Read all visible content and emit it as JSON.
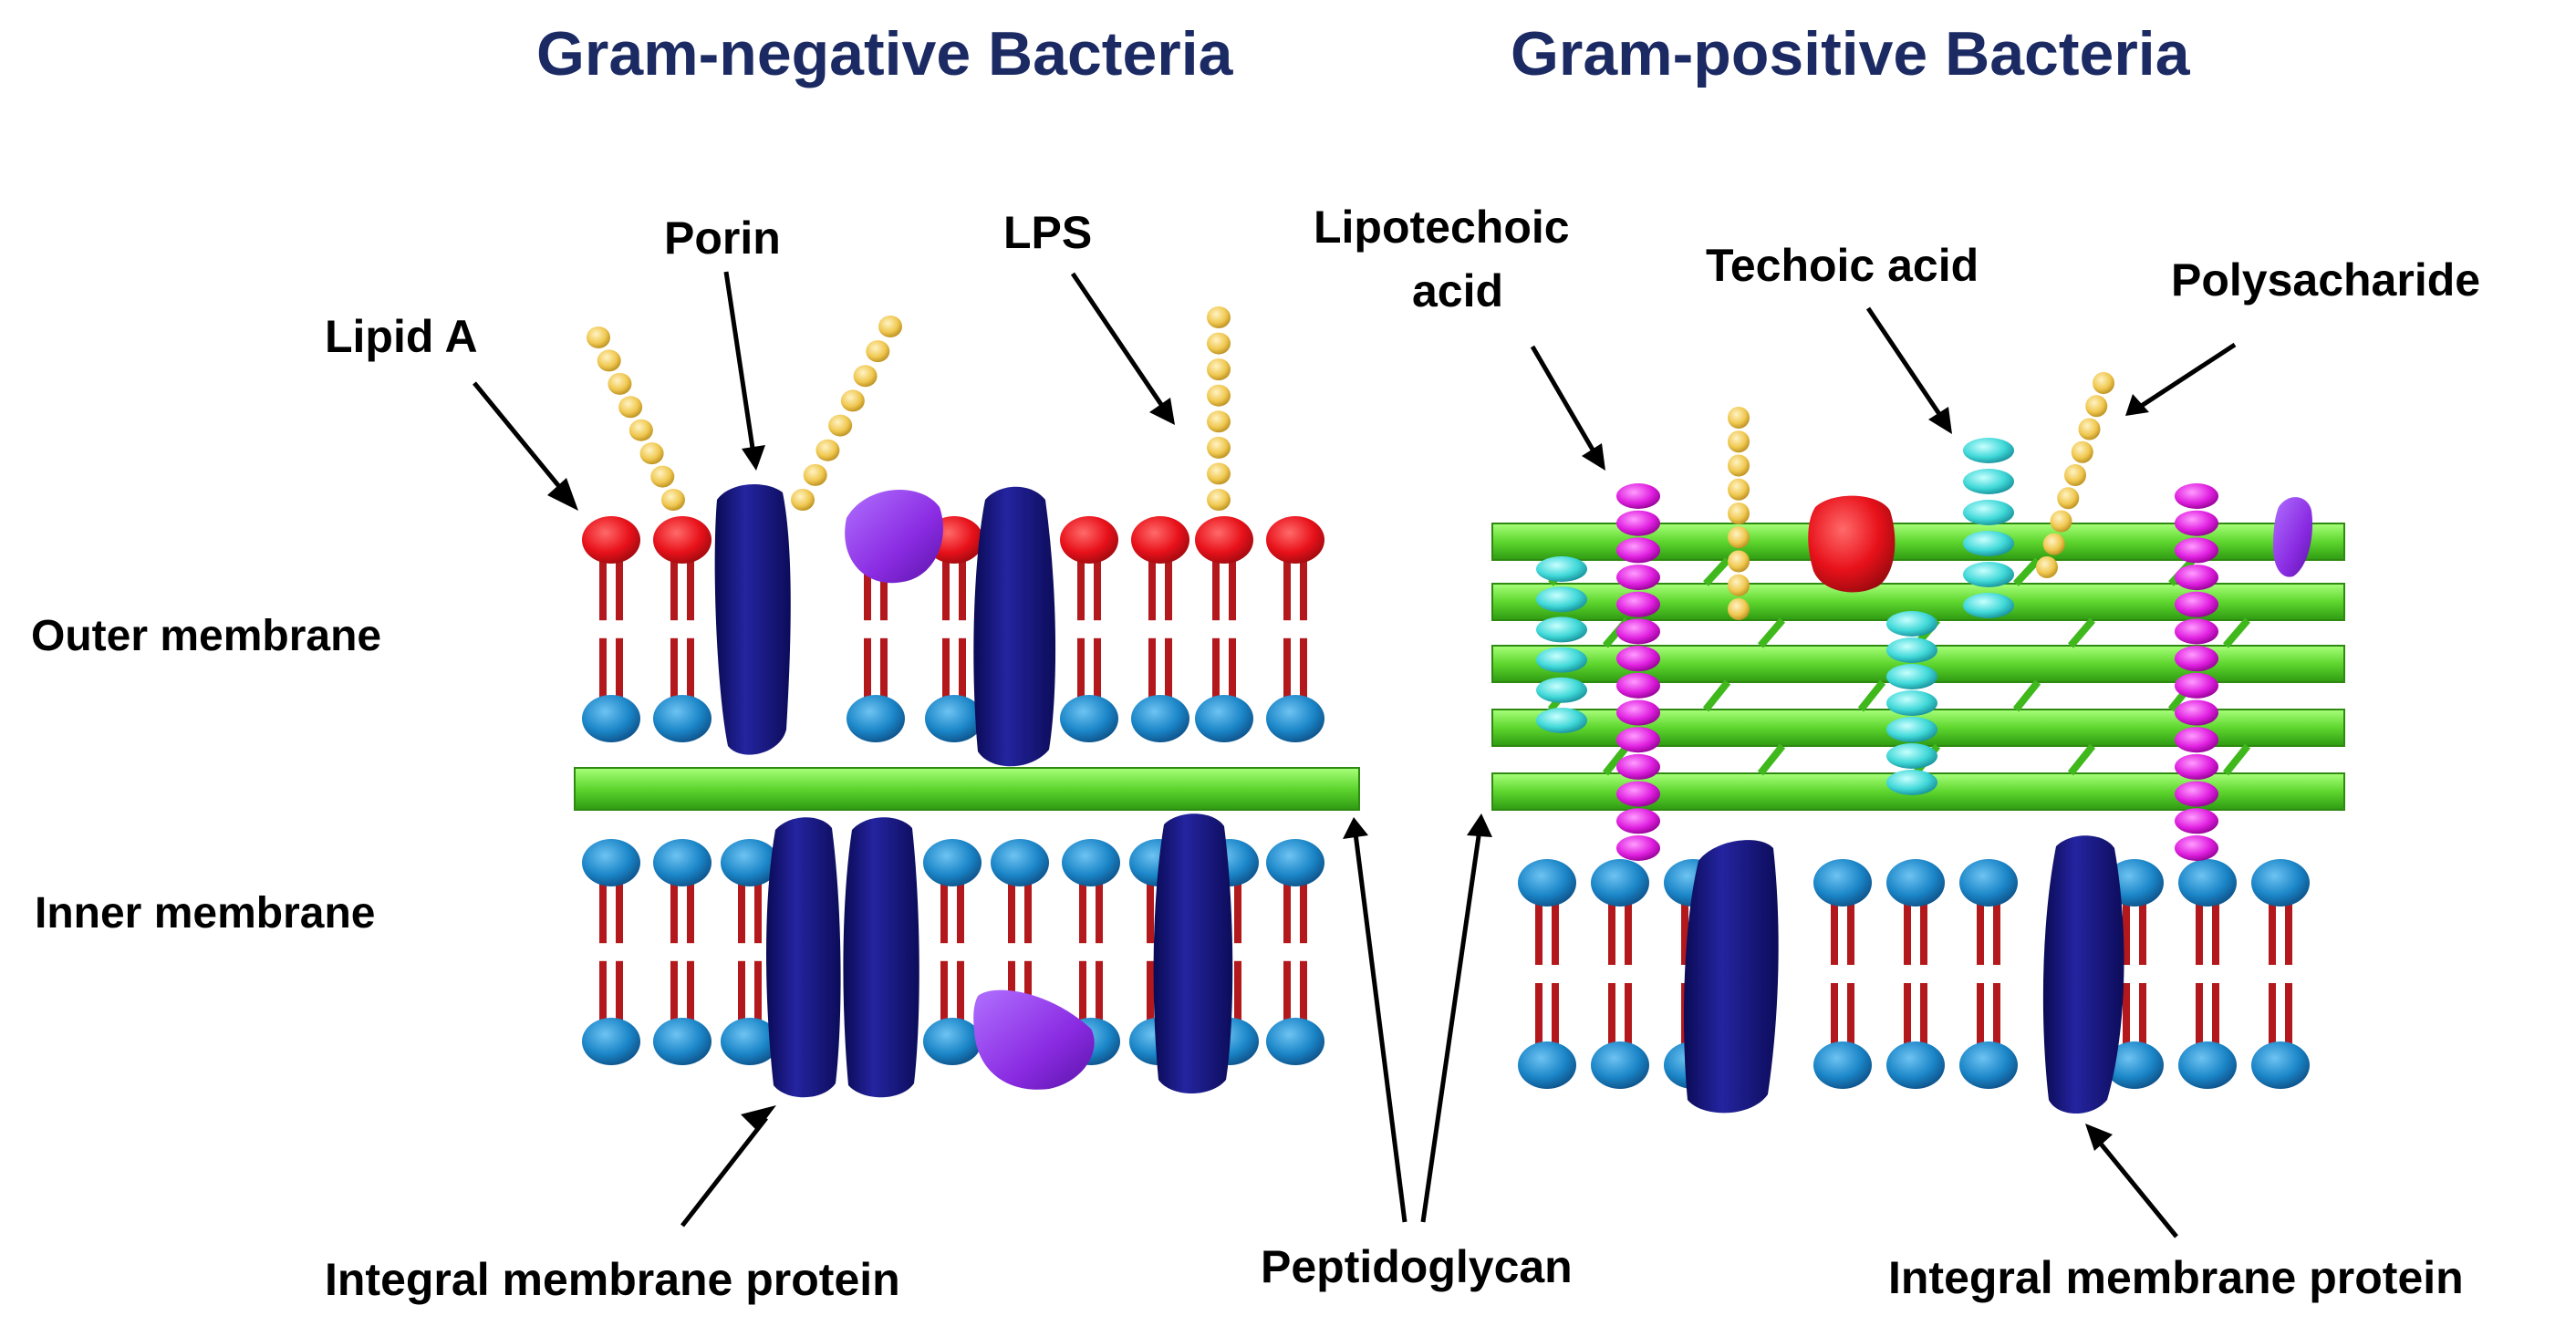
{
  "titles": {
    "gram_negative": "Gram-negative Bacteria",
    "gram_positive": "Gram-positive Bacteria"
  },
  "labels": {
    "lipid_a": "Lipid A",
    "porin": "Porin",
    "lps": "LPS",
    "outer_membrane": "Outer membrane",
    "inner_membrane": "Inner membrane",
    "integral_protein_left": "Integral membrane protein",
    "peptidoglycan": "Peptidoglycan",
    "lipotechoic_line1": "Lipotechoic",
    "lipotechoic_line2": "acid",
    "techoic_acid": "Techoic acid",
    "polysacharide": "Polysacharide",
    "integral_protein_right": "Integral membrane protein"
  },
  "colors": {
    "title": "#1b2a63",
    "lipid_head_red": "#e8111a",
    "lipid_head_blue": "#1b86c8",
    "lipid_tail": "#b3191c",
    "protein_dark": "#1a1a80",
    "protein_violet": "#8a2be2",
    "peptidoglycan": "#5ed62e",
    "lipotechoic": "#e020e0",
    "techoic": "#40d8d8",
    "sugar": "#f0c850"
  }
}
